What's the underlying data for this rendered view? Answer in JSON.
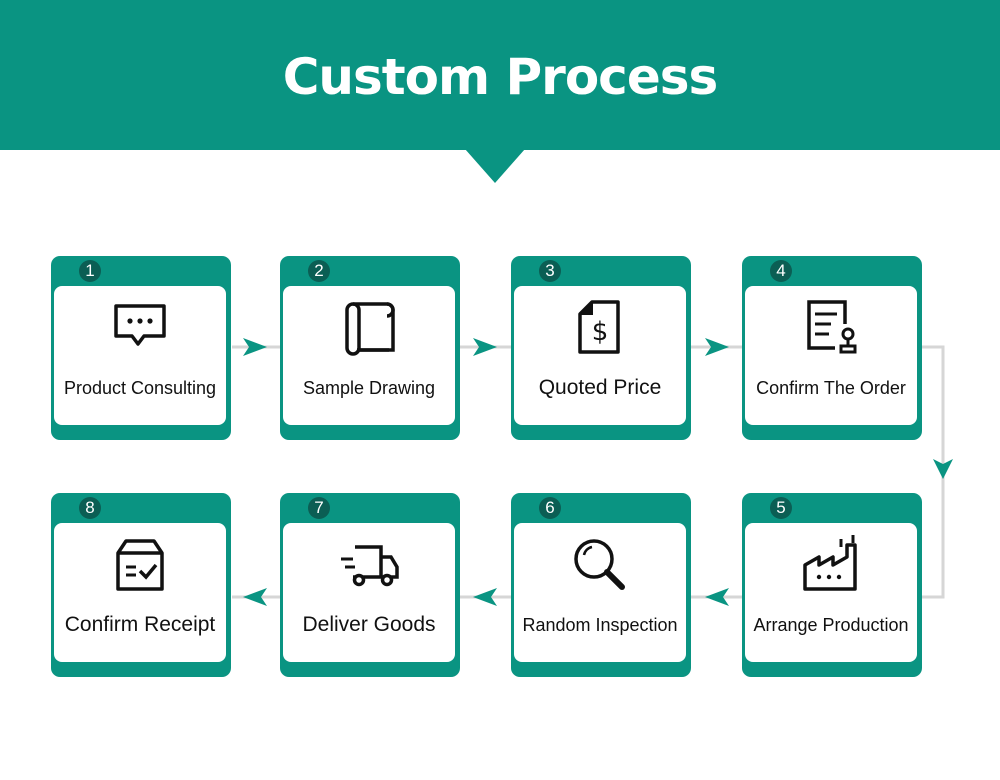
{
  "header": {
    "title": "Custom Process"
  },
  "colors": {
    "accent": "#0a9482",
    "badge": "#0b5e54",
    "line": "#d6d6d6"
  },
  "steps": [
    {
      "number": "1",
      "label": "Product Consulting",
      "icon": "chat-bubble-icon"
    },
    {
      "number": "2",
      "label": "Sample Drawing",
      "icon": "scroll-icon"
    },
    {
      "number": "3",
      "label": "Quoted Price",
      "icon": "price-document-icon"
    },
    {
      "number": "4",
      "label": "Confirm The Order",
      "icon": "order-stamp-icon"
    },
    {
      "number": "5",
      "label": "Arrange Production",
      "icon": "factory-icon"
    },
    {
      "number": "6",
      "label": "Random Inspection",
      "icon": "magnifier-icon"
    },
    {
      "number": "7",
      "label": "Deliver Goods",
      "icon": "truck-icon"
    },
    {
      "number": "8",
      "label": "Confirm Receipt",
      "icon": "received-box-icon"
    }
  ]
}
